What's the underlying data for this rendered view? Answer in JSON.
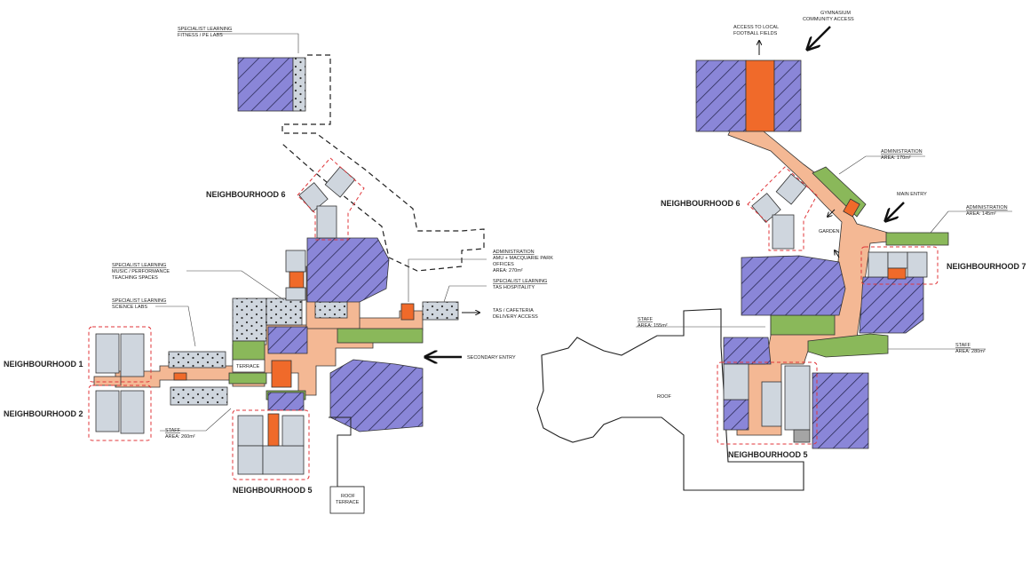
{
  "colors": {
    "purple": "#8a86d8",
    "salmon": "#f4b894",
    "orange": "#f06a2a",
    "green": "#8ab85a",
    "grey": "#cfd6de",
    "red_dash": "#e0363a"
  },
  "left_plan": {
    "labels": {
      "fitness_title": "SPECIALIST LEARNING",
      "fitness_sub": "FITNESS / PE LABS",
      "music_title": "SPECIALIST LEARNING",
      "music_sub1": "MUSIC / PERFORMANCE",
      "music_sub2": "TEACHING SPACES",
      "science_title": "SPECIALIST LEARNING",
      "science_sub": "SCIENCE LABS",
      "admin_title": "ADMINISTRATION",
      "admin_sub1": "AMU + MACQUARIE PARK",
      "admin_sub2": "OFFICES",
      "admin_area": "AREA: 270m²",
      "tas_title": "SPECIALIST LEARNING",
      "tas_sub": "TAS HOSPITALITY",
      "cafeteria1": "TAS / CAFETERIA",
      "cafeteria2": "DELIVERY ACCESS",
      "secondary_entry": "SECONDARY ENTRY",
      "terrace": "TERRACE",
      "staff_title": "STAFF",
      "staff_area": "AREA: 260m²",
      "roof_terrace1": "ROOF",
      "roof_terrace2": "TERRACE"
    },
    "neighbourhoods": {
      "n1": "NEIGHBOURHOOD 1",
      "n2": "NEIGHBOURHOOD 2",
      "n5": "NEIGHBOURHOOD 5",
      "n6": "NEIGHBOURHOOD 6"
    }
  },
  "right_plan": {
    "labels": {
      "football1": "ACCESS TO LOCAL",
      "football2": "FOOTBALL FIELDS",
      "gym1": "GYMNASIUM",
      "gym2": "COMMUNITY ACCESS",
      "admin1_title": "ADMINISTRATION",
      "admin1_area": "AREA: 170m²",
      "main_entry": "MAIN ENTRY",
      "admin2_title": "ADMINISTRATION",
      "admin2_area": "AREA: 145m²",
      "garden": "GARDEN",
      "staff1_title": "STAFF",
      "staff1_area": "AREA: 155m²",
      "staff2_title": "STAFF",
      "staff2_area": "AREA: 280m²",
      "roof": "ROOF"
    },
    "neighbourhoods": {
      "n5": "NEIGHBOURHOOD 5",
      "n6": "NEIGHBOURHOOD 6",
      "n7": "NEIGHBOURHOOD 7"
    }
  }
}
